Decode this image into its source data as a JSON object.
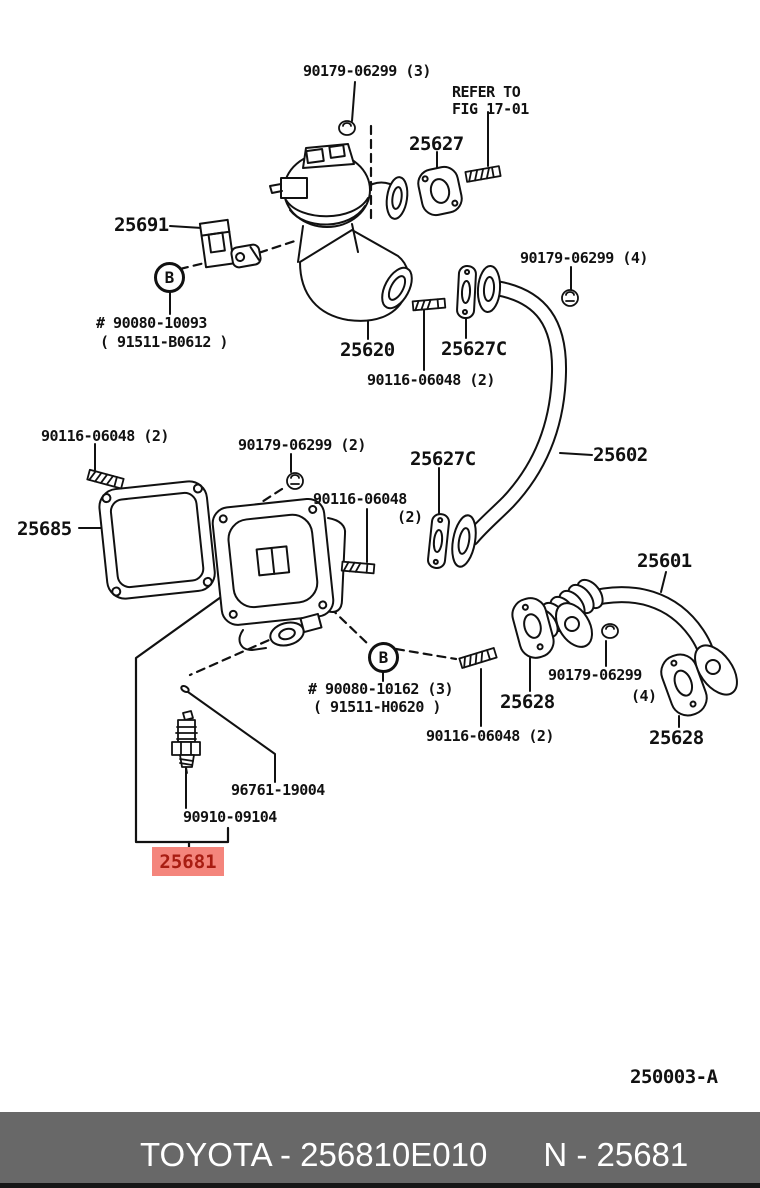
{
  "diagram": {
    "figure_code": "250003-A",
    "highlighted_part": "25681",
    "notes": {
      "refer_line1": "REFER TO",
      "refer_line2": "FIG 17-01"
    },
    "bolt_markers": {
      "b1": "B",
      "b2": "B"
    },
    "callouts": {
      "pn_90179_06299_3": "90179-06299 (3)",
      "p_25627": "25627",
      "p_25691": "25691",
      "hash_90080_10093": "# 90080-10093",
      "paren_91511_b0612": "( 91511-B0612 )",
      "p_25620": "25620",
      "p_25627c_top": "25627C",
      "pn_90116_06048_top": "90116-06048 (2)",
      "pn_90179_06299_4_top": "90179-06299 (4)",
      "p_25602": "25602",
      "pn_90116_06048_left": "90116-06048 (2)",
      "pn_90179_06299_2": "90179-06299 (2)",
      "p_25685": "25685",
      "pn_90116_06048_mid_l1": "90116-06048",
      "pn_90116_06048_mid_l2": "(2)",
      "p_25627c_mid": "25627C",
      "p_25601": "25601",
      "hash_90080_10162": "# 90080-10162 (3)",
      "paren_91511_h0620": "( 91511-H0620 )",
      "p_25628_left": "25628",
      "pn_90179_06299_4b_l1": "90179-06299",
      "pn_90179_06299_4b_l2": "(4)",
      "p_25628_right": "25628",
      "pn_90116_06048_bottom": "90116-06048 (2)",
      "pn_96761_19004": "96761-19004",
      "pn_90910_09104": "90910-09104"
    }
  },
  "footer": {
    "catalog_text": "TOYOTA - 256810E010",
    "part_text": "N - 25681"
  },
  "colors": {
    "line": "#111111",
    "highlight_bg": "#f4857c",
    "highlight_text": "#a81d12",
    "footer_bg": "#686868",
    "footer_text": "#ffffff"
  }
}
